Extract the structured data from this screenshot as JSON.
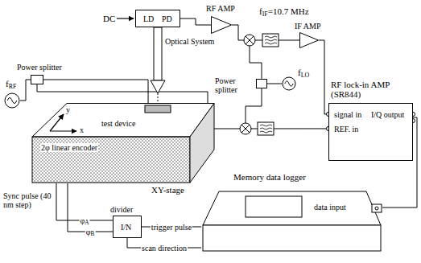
{
  "diagram": {
    "nodes": [
      {
        "text": [
          "fRF"
        ]
      },
      {
        "text": [
          "Power splitter"
        ]
      },
      {
        "text": [
          "LD",
          "PD"
        ]
      },
      {
        "text": [
          "RF AMP"
        ]
      },
      {
        "text": [
          "IF AMP"
        ]
      },
      {
        "text": [
          "Power splitter"
        ]
      },
      {
        "text": [
          "fLO"
        ]
      },
      {
        "text": [
          "RF lock-in AMP (SR844)",
          "signal in",
          "REF. in",
          "I/Q output"
        ]
      },
      {
        "text": [
          "XY-stage",
          "2φ linear encoder"
        ]
      },
      {
        "text": [
          "divider",
          "I/N"
        ]
      },
      {
        "text": [
          "Memory data logger",
          "data input"
        ]
      }
    ],
    "edges": [
      {
        "from": 0,
        "to": 1,
        "arrow": "none"
      },
      {
        "from": 1,
        "to": 8,
        "arrow": "none"
      },
      {
        "from": 1,
        "to": 7,
        "arrow": "none"
      },
      {
        "from": 2,
        "to": 3,
        "arrow": "none"
      },
      {
        "from": 3,
        "to": 4,
        "arrow": "none"
      },
      {
        "from": 4,
        "to": 7,
        "arrow": "none"
      },
      {
        "from": 6,
        "to": 5,
        "arrow": "none"
      },
      {
        "from": 8,
        "to": 9,
        "label": "φA",
        "arrow": "none"
      },
      {
        "from": 8,
        "to": 9,
        "label": "φB",
        "arrow": "none"
      },
      {
        "from": 9,
        "to": 10,
        "label": "trigger pulse",
        "arrow": "none"
      },
      {
        "from": 7,
        "to": 10,
        "arrow": "none"
      },
      {
        "from": 9,
        "to": 10,
        "label": "scan direction",
        "arrow": "none"
      }
    ],
    "labels": [
      "DC",
      "Optical System",
      "fIF=10.7 MHz",
      "test device",
      "x",
      "y",
      "Sync pulse (40 nm step)"
    ]
  }
}
